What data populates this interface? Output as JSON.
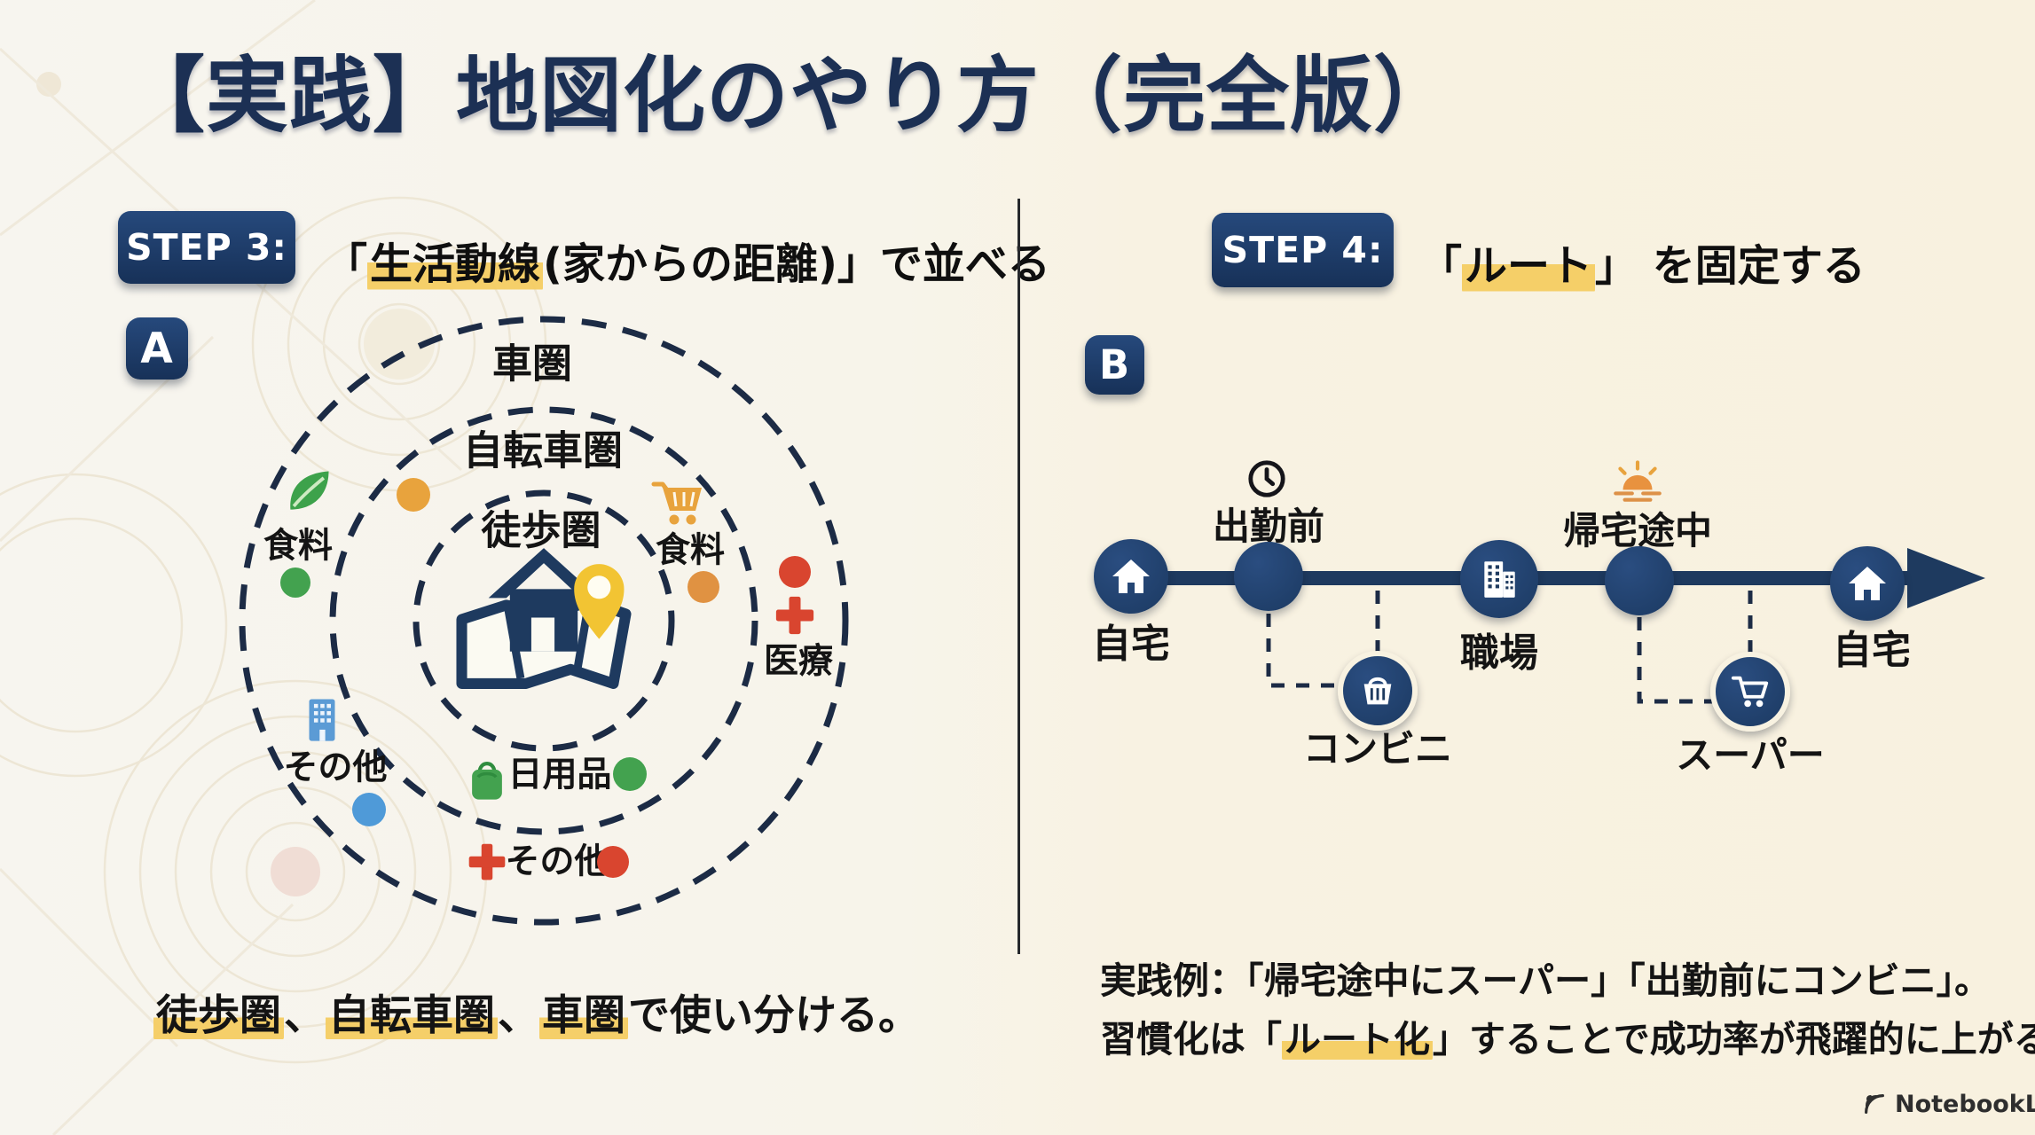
{
  "title": "【実践】地図化のやり方（完全版）",
  "colors": {
    "navy": "#1e3a5f",
    "title_navy": "#1c3054",
    "cream_bg": "#f8f1df",
    "paper_bg": "#f7f5ef",
    "highlight_yellow": "#f5cd62",
    "orange": "#e8a33d",
    "green": "#43a24f",
    "red": "#d9452f",
    "blue": "#5b9bd5",
    "pin_yellow": "#f2c433"
  },
  "step3": {
    "badge": "STEP 3:",
    "text_pre": "「",
    "text_hl": "生活動線",
    "text_post": " (家からの距離)」で並べる"
  },
  "step4": {
    "badge": "STEP 4:",
    "text_pre": "「",
    "text_hl": "ルート",
    "text_post": "」 を固定する"
  },
  "panel_a": {
    "label": "A",
    "rings": {
      "outer": "車圏",
      "middle": "自転車圏",
      "inner": "徒歩圏"
    },
    "items": {
      "food_left": "食料",
      "food_right": "食料",
      "medical": "医療",
      "other_left": "その他",
      "daily": "日用品",
      "other_bottom": "その他"
    },
    "caption": {
      "hl1": "徒歩圏",
      "sep1": "、",
      "hl2": "自転車圏",
      "sep2": "、",
      "hl3": "車圏",
      "rest": "で使い分ける。"
    }
  },
  "panel_b": {
    "label": "B",
    "nodes": {
      "home_start": "自宅",
      "before_work": "出勤前",
      "work": "職場",
      "way_home": "帰宅途中",
      "home_end": "自宅"
    },
    "stops": {
      "convenience": "コンビニ",
      "supermarket": "スーパー"
    },
    "caption_line1": "実践例：「帰宅途中にスーパー」「出勤前にコンビニ」。",
    "caption_line2_pre": "習慣化は「",
    "caption_line2_hl": "ルート化",
    "caption_line2_post": "」することで成功率が飛躍的に上がる。"
  },
  "footer": {
    "brand": "NotebookLM"
  },
  "icons": {
    "panel_a": [
      "leaf-icon",
      "cart-icon",
      "medical-cross-icon",
      "building-icon",
      "bag-icon",
      "map-home-pin-icon"
    ],
    "panel_b": [
      "home-icon",
      "clock-icon",
      "office-icon",
      "sunset-icon",
      "basket-icon",
      "cart-icon",
      "arrow-right-icon"
    ],
    "footer": [
      "notebooklm-logo-icon"
    ]
  }
}
